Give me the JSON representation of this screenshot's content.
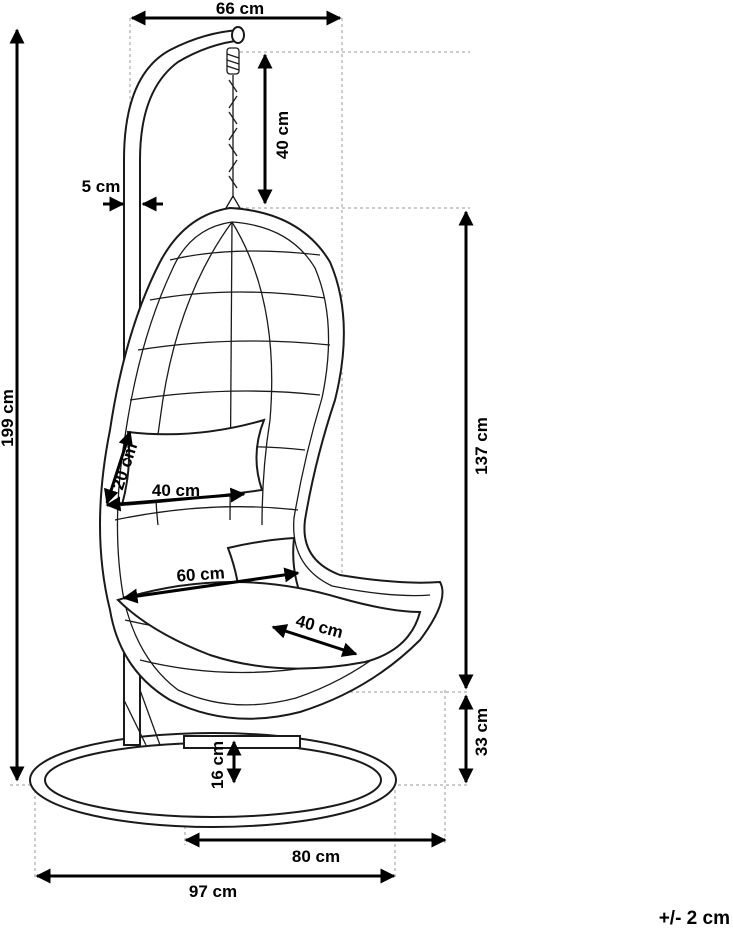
{
  "dimensions": {
    "top_width": "66 cm",
    "chain_length": "40 cm",
    "frame_tube": "5 cm",
    "total_height": "199 cm",
    "basket_height": "137 cm",
    "back_cushion_height": "20 cm",
    "back_cushion_width": "40 cm",
    "seat_width": "60 cm",
    "seat_cushion_depth": "40 cm",
    "seat_ground_clearance": "33 cm",
    "bottom_clearance": "16 cm",
    "base_depth": "80 cm",
    "base_width": "97 cm"
  },
  "tolerance": "+/- 2 cm"
}
